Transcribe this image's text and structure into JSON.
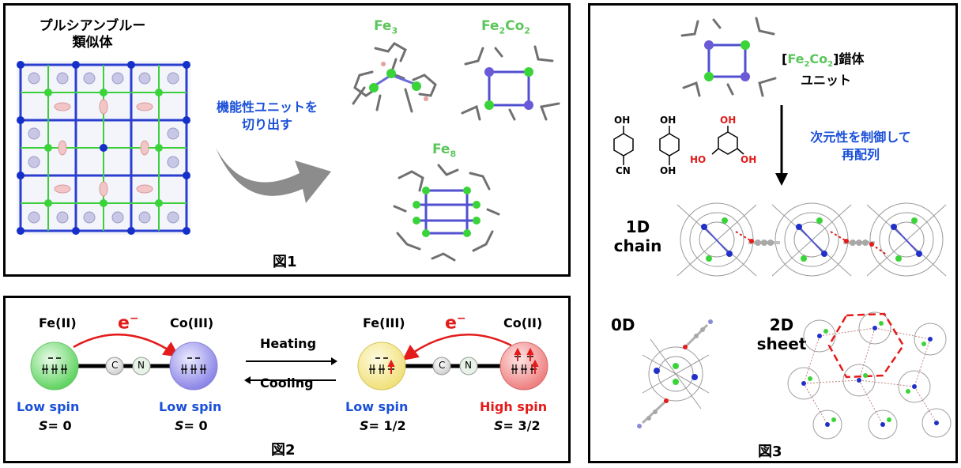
{
  "fig1": {
    "pba_label_line1": "プルシアンブルー",
    "pba_label_line2": "類似体",
    "arrow_text_line1": "機能性ユニットを",
    "arrow_text_line2": "切り出す",
    "fe3_base": "Fe",
    "fe3_sub": "3",
    "fe2co2_fe": "Fe",
    "fe2co2_fe_sub": "2",
    "fe2co2_co": "Co",
    "fe2co2_co_sub": "2",
    "fe8_base": "Fe",
    "fe8_sub": "8",
    "caption": "図1"
  },
  "fig2": {
    "left_fe": "Fe(II)",
    "left_co": "Co(III)",
    "right_fe": "Fe(III)",
    "right_co": "Co(II)",
    "electron": "e",
    "electron_sup": "−",
    "c_atom": "C",
    "n_atom": "N",
    "heating": "Heating",
    "cooling": "Cooling",
    "fe_left_spin": "Low spin",
    "fe_left_s": "= 0",
    "co_left_spin": "Low spin",
    "co_left_s": "= 0",
    "fe_right_spin": "Low spin",
    "fe_right_s": "= 1/2",
    "co_right_spin": "High spin",
    "co_right_s": "= 3/2",
    "s_symbol": "S",
    "caption": "図2"
  },
  "fig3": {
    "unit_bracket_open": "[",
    "unit_fe": "Fe",
    "unit_fe_sub": "2",
    "unit_co": "Co",
    "unit_co_sub": "2",
    "unit_bracket_close": "]",
    "unit_suffix": "錯体",
    "unit_line2": "ユニット",
    "oh": "OH",
    "cn": "CN",
    "ho": "HO",
    "control_line1": "次元性を制御して",
    "control_line2": "再配列",
    "label_1d_line1": "1D",
    "label_1d_line2": "chain",
    "label_0d": "0D",
    "label_2d_line1": "2D",
    "label_2d_line2": "sheet",
    "caption": "図3"
  },
  "colors": {
    "blue_text": "#1a4fd8",
    "red_text": "#e31b1b",
    "green_text": "#5cc65c",
    "fe_sphere": "#7fdc7f",
    "co_sphere": "#9a94e8",
    "fe3_sphere": "#f3e88a",
    "co2_sphere": "#f08888"
  }
}
